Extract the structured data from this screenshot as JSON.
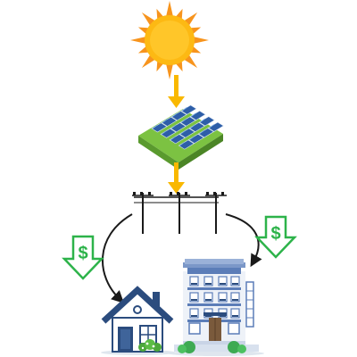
{
  "diagram": {
    "nodes": [
      {
        "id": "sun",
        "icon": "sun-icon"
      },
      {
        "id": "solar-farm",
        "icon": "solar-panel-array-icon"
      },
      {
        "id": "power-lines",
        "icon": "power-line-poles-icon"
      },
      {
        "id": "house",
        "icon": "house-icon"
      },
      {
        "id": "apartment",
        "icon": "apartment-building-icon"
      }
    ],
    "edges": [
      {
        "from": "sun",
        "to": "solar-farm",
        "style": "yellow-arrow"
      },
      {
        "from": "solar-farm",
        "to": "power-lines",
        "style": "yellow-arrow"
      },
      {
        "from": "power-lines",
        "to": "house",
        "style": "black-curved-arrow"
      },
      {
        "from": "power-lines",
        "to": "apartment",
        "style": "black-curved-arrow"
      }
    ],
    "savings_symbols": [
      {
        "near": "house",
        "glyph": "$",
        "icon": "dollar-down-arrow-icon"
      },
      {
        "near": "apartment",
        "glyph": "$",
        "icon": "dollar-down-arrow-icon"
      }
    ]
  },
  "colors": {
    "sun_core": "#FDB913",
    "sun_rays": "#F7941D",
    "flow_arrow": "#F9B800",
    "panel_blue": "#2E5EA8",
    "grass": "#7CC242",
    "savings_green": "#2DB34A",
    "house_navy": "#2B4C7E",
    "building_blue": "#5B7DB8",
    "line_black": "#1a1a1a"
  }
}
